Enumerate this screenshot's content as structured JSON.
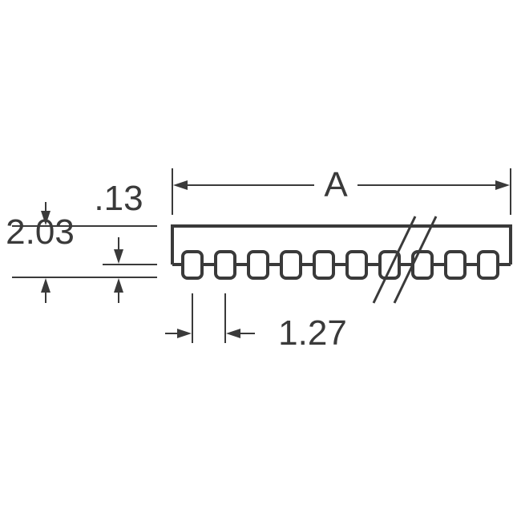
{
  "dimensions": {
    "length_label": "A",
    "top_offset": ".13",
    "height": "2.03",
    "pitch": "1.27"
  },
  "pad_count_shown": 10,
  "colors": {
    "stroke": "#3a3a3a",
    "background": "#ffffff"
  }
}
